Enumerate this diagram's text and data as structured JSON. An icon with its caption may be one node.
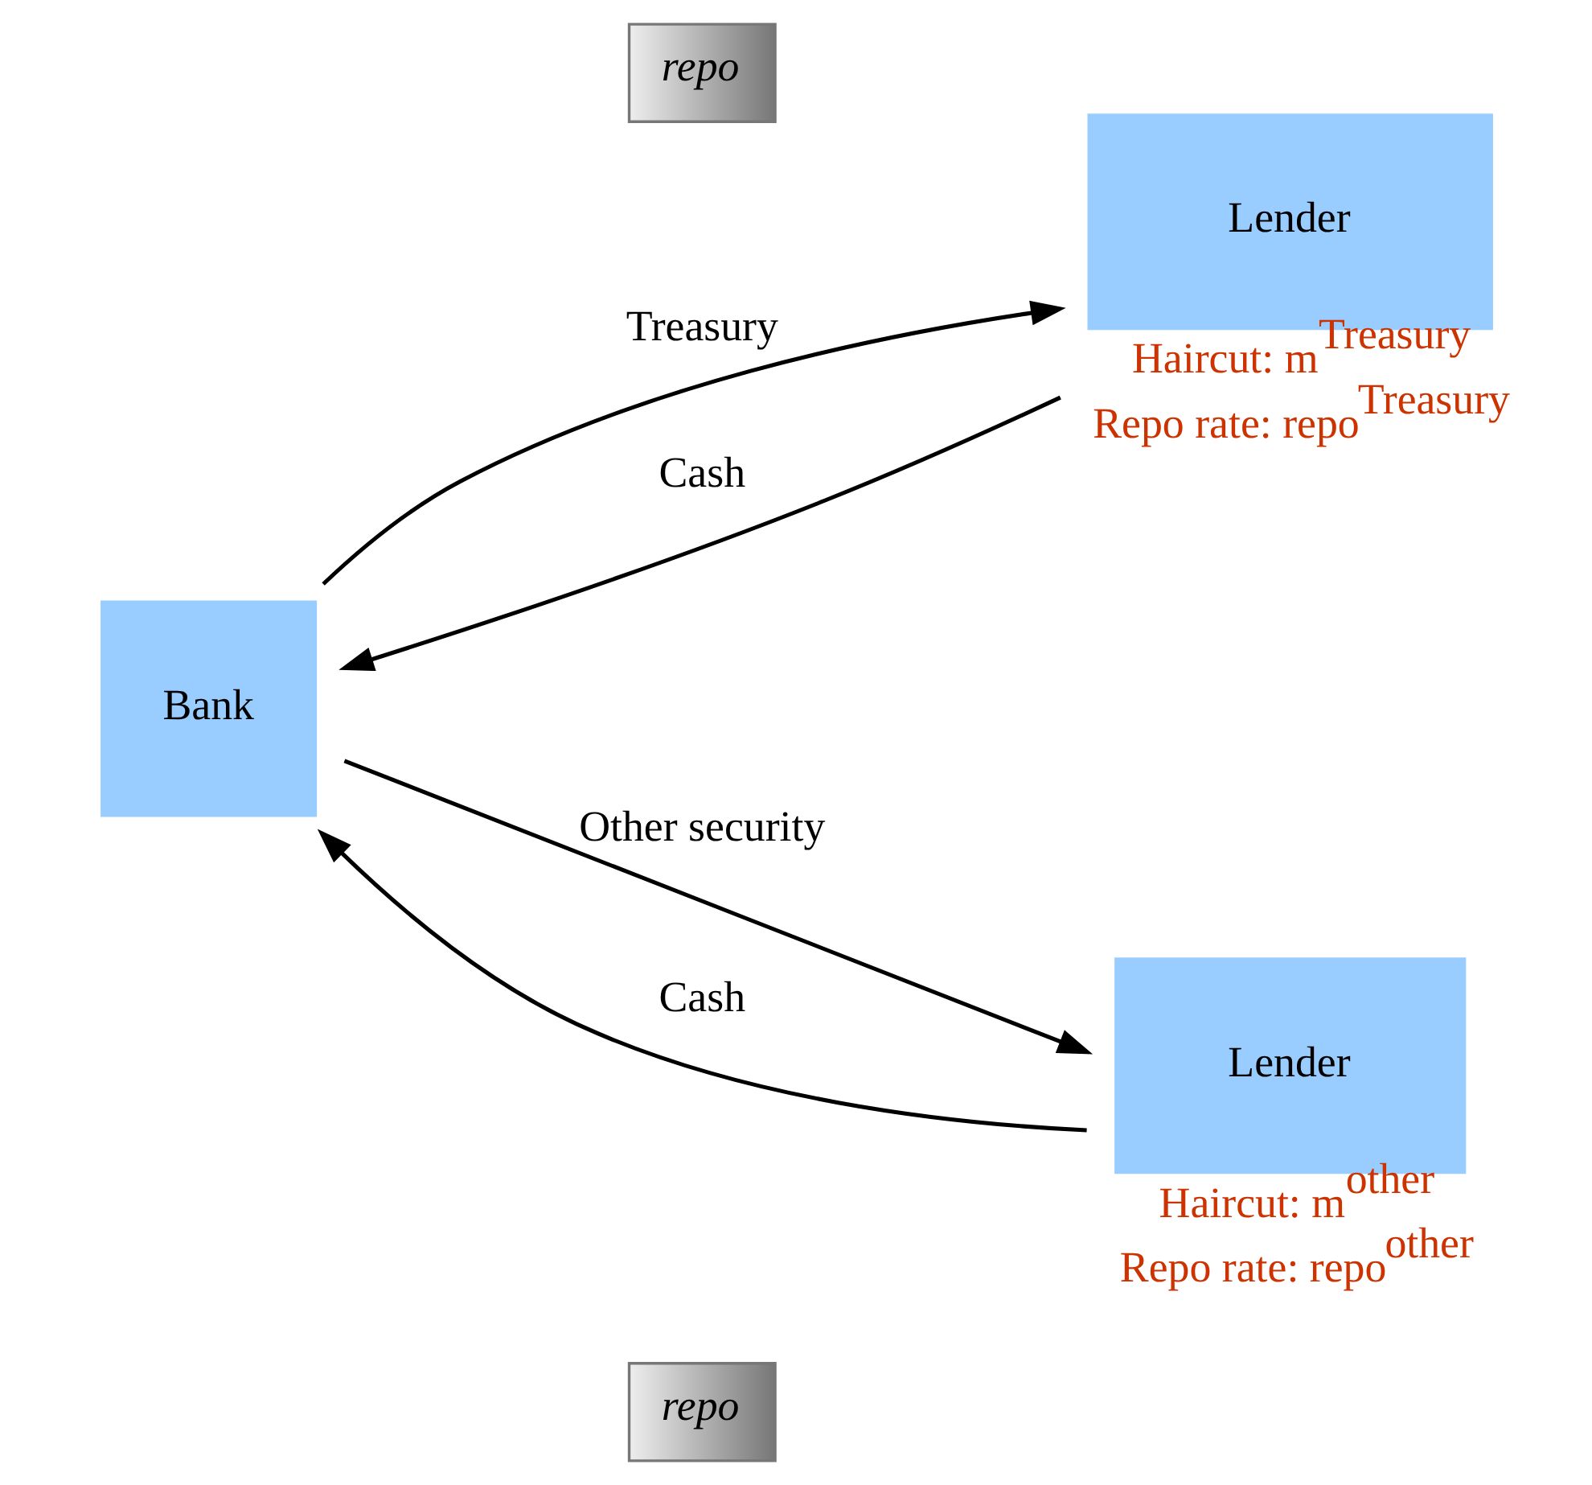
{
  "diagram": {
    "nodes": [
      {
        "text": [
          "Bank"
        ]
      },
      {
        "text": [
          "repo"
        ]
      },
      {
        "text": [
          "Lender"
        ],
        "beside": [
          "Haircut: m$^{Treasury}$",
          "Repo rate: repo$^{Treasury}$"
        ]
      },
      {
        "text": [
          "repo"
        ]
      },
      {
        "text": [
          "Lender"
        ],
        "beside": [
          "Haircut: m$^{other}$",
          "Repo rate: repo$^{other}$"
        ]
      }
    ],
    "edges": [
      {
        "from": 0,
        "to": 2,
        "arrow": "to",
        "label": "Treasury"
      },
      {
        "from": 2,
        "to": 0,
        "arrow": "to",
        "label": "Cash"
      },
      {
        "from": 0,
        "to": 4,
        "arrow": "to",
        "label": "Other security"
      },
      {
        "from": 4,
        "to": 0,
        "arrow": "to",
        "label": "Cash"
      }
    ]
  }
}
